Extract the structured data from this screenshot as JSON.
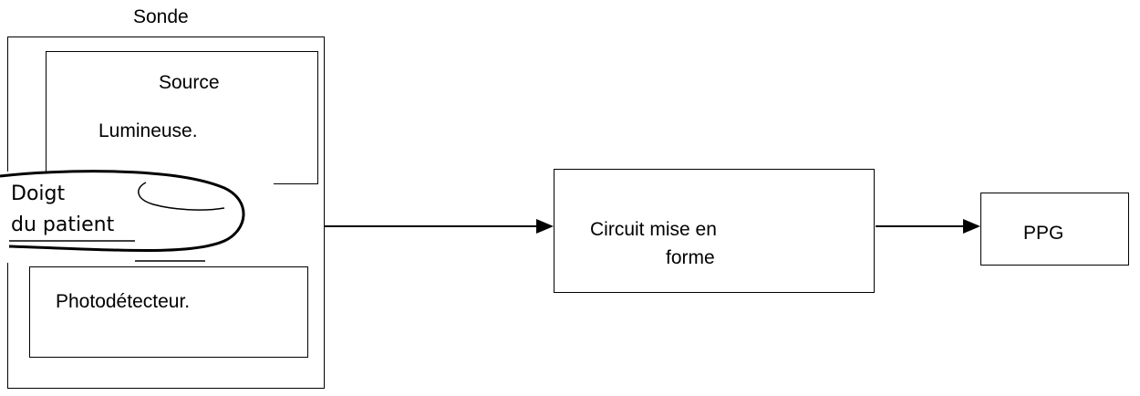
{
  "probe": {
    "title": "Sonde",
    "light_source_line1": "Source",
    "light_source_line2": "Lumineuse.",
    "photodetector": "Photodétecteur.",
    "finger_line1": "Doigt",
    "finger_line2": "du patient"
  },
  "shaping_circuit": {
    "line1": "Circuit mise en",
    "line2": "forme"
  },
  "output": {
    "label": "PPG"
  }
}
